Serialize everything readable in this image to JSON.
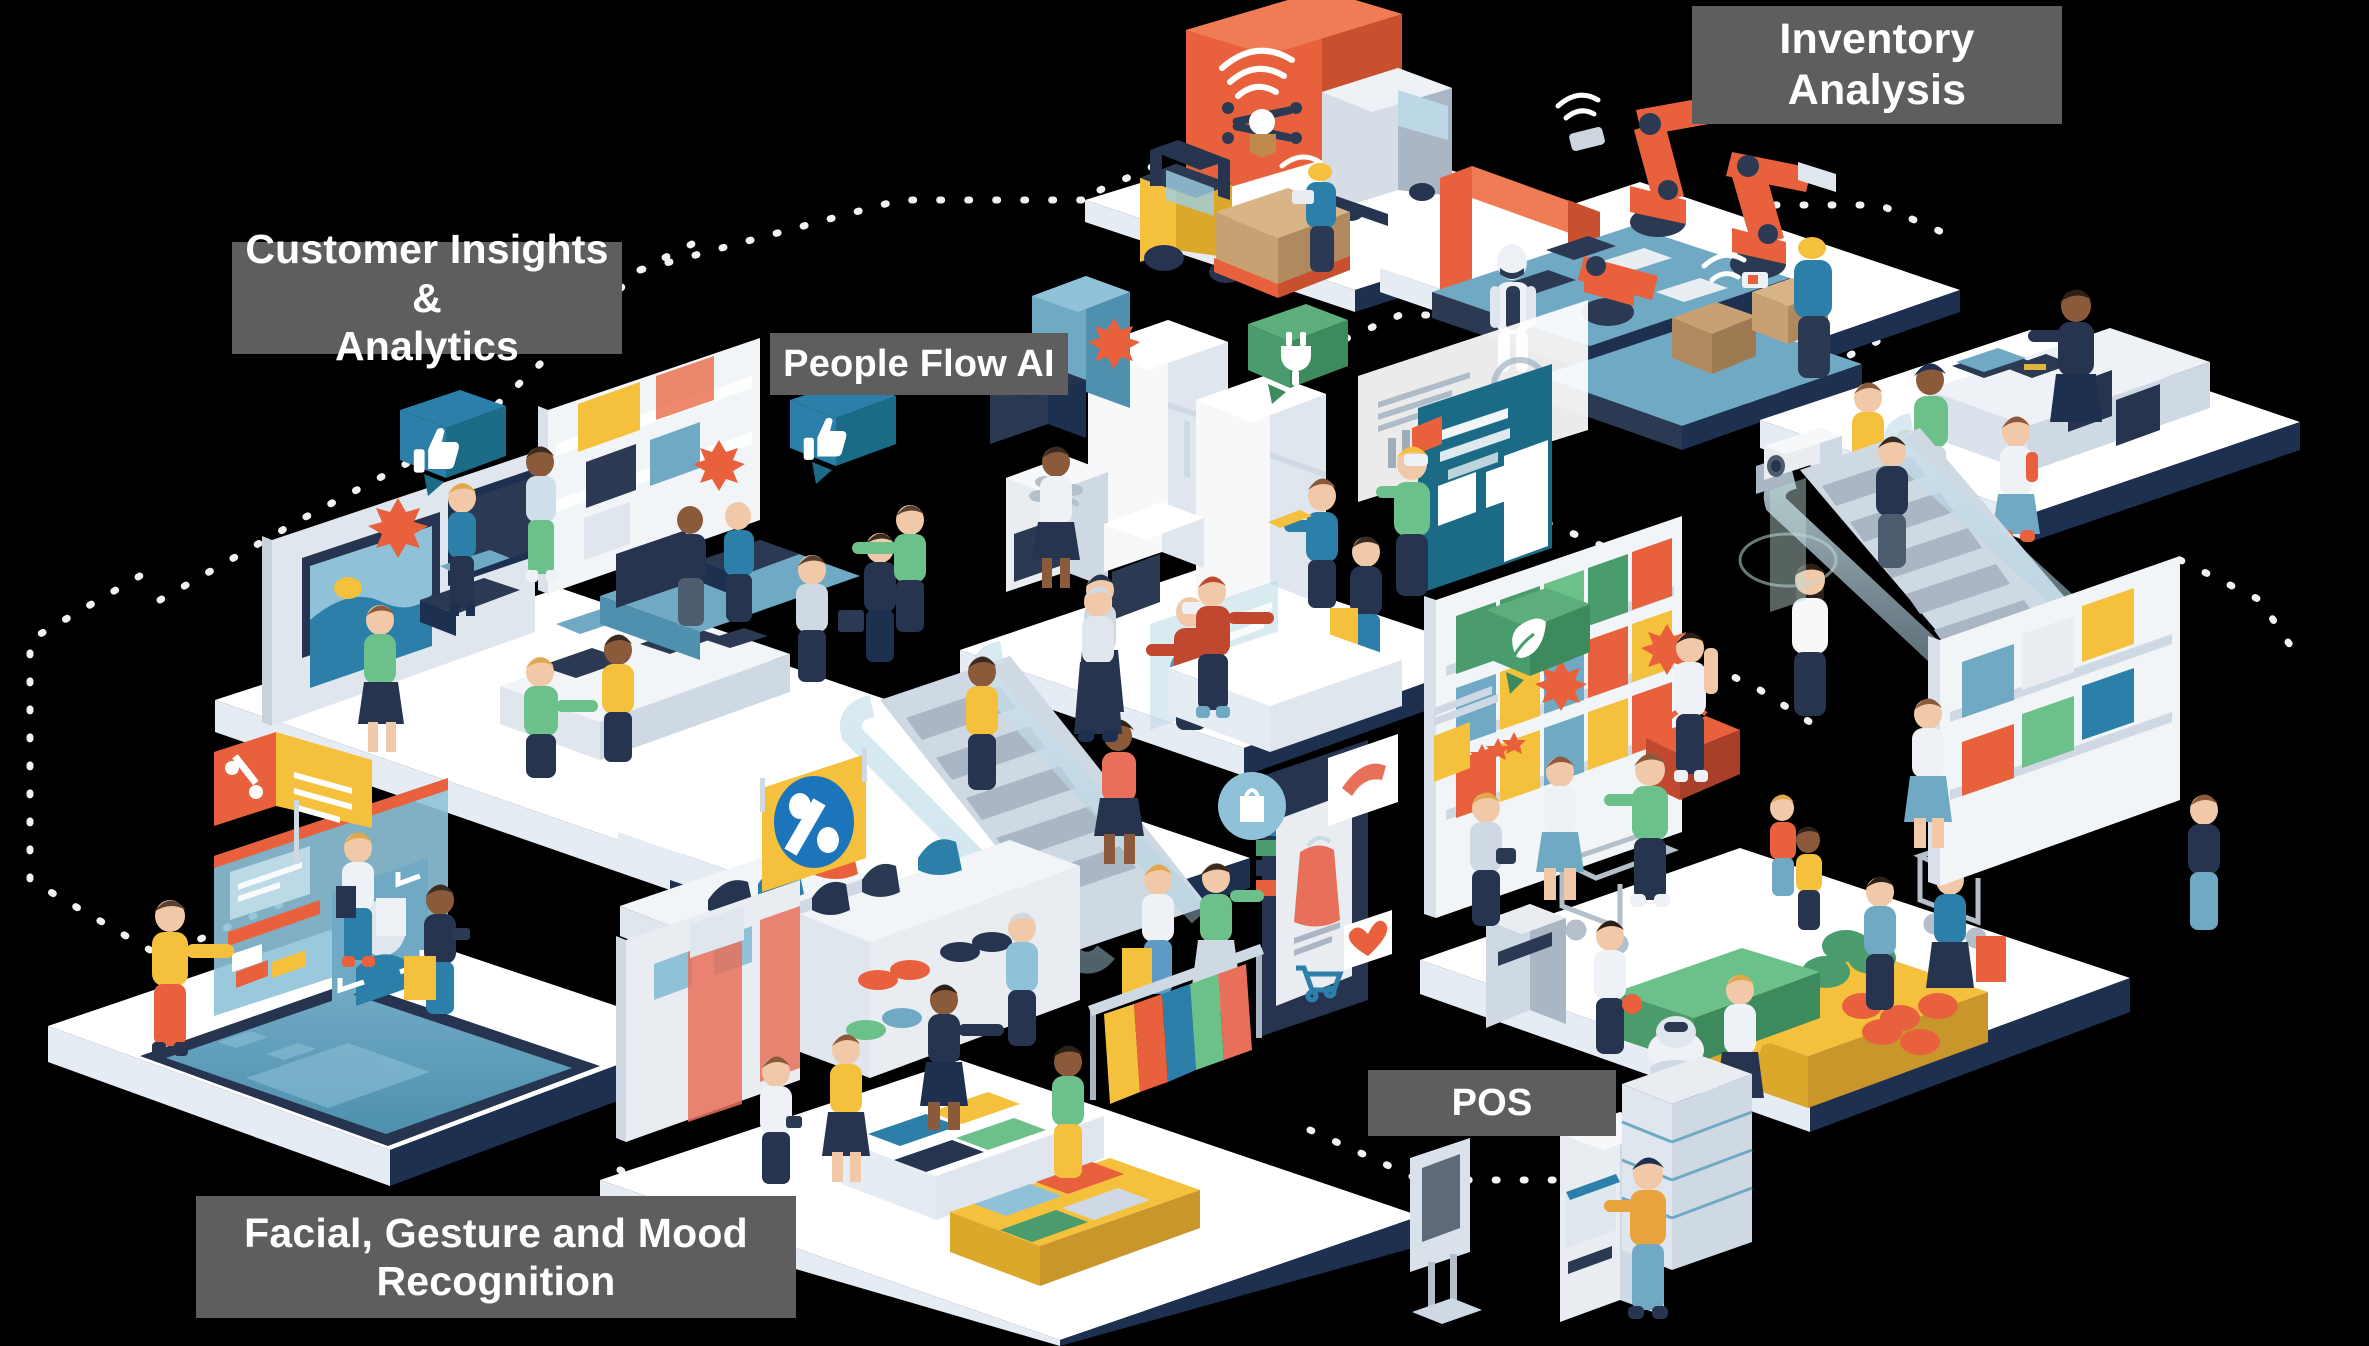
{
  "diagram": {
    "title": "Smart Retail AI Isometric Overview",
    "background_color": "#000000",
    "label_background": "#5e5e5e",
    "label_text_color": "#ffffff"
  },
  "labels": [
    {
      "id": "inventory",
      "text": "Inventory\nAnalysis",
      "line1": "Inventory",
      "line2": "Analysis"
    },
    {
      "id": "customer",
      "text": "Customer Insights & Analytics",
      "line1": "Customer Insights &",
      "line2": "Analytics"
    },
    {
      "id": "people_flow",
      "text": "People Flow AI",
      "line1": "People Flow AI",
      "line2": ""
    },
    {
      "id": "pos",
      "text": "POS",
      "line1": "POS",
      "line2": ""
    },
    {
      "id": "facial",
      "text": "Facial, Gesture and Mood Recognition",
      "line1": "Facial, Gesture and Mood",
      "line2": "Recognition"
    }
  ],
  "scene": {
    "platforms": [
      {
        "name": "logistics-dock-platform",
        "contents": "delivery truck, forklift, pallet, worker with tablet, delivery drone"
      },
      {
        "name": "warehouse-automation-platform",
        "contents": "conveyor belts, robotic arms, humanoid robot, packing worker"
      },
      {
        "name": "electronics-store-platform",
        "contents": "wall TVs, phone shelves, laptops, checkout counter, shoppers"
      },
      {
        "name": "facial-recognition-platform",
        "contents": "giant smartphone floor, face-scan screen, shoppers with bags"
      },
      {
        "name": "appliance-store-platform",
        "contents": "refrigerators, ovens, VR headset shoppers, holographic dashboards"
      },
      {
        "name": "atrium-escalator-platform",
        "contents": "dual escalators, mezzanine, shoppers"
      },
      {
        "name": "fashion-store-platform",
        "contents": "fitting rooms, clothing racks, bag and shoe shelves, folded apparel"
      },
      {
        "name": "supermarket-platform",
        "contents": "grocery shelves, produce bins, shopping carts, service robot"
      },
      {
        "name": "service-desk-platform",
        "contents": "counter with monitors, staff member, family of customers"
      },
      {
        "name": "pos-kiosk-platform",
        "contents": "digital signage kiosk, self-service parcel terminal"
      }
    ],
    "icons": [
      {
        "name": "thumbs-up-bubble-icon",
        "color": "#2b7fa8"
      },
      {
        "name": "chat-bubble-icon",
        "color": "#2b7fa8"
      },
      {
        "name": "eco-leaf-bubble-icon",
        "color": "#4a9c6d"
      },
      {
        "name": "power-plug-bubble-icon",
        "color": "#4a9c6d"
      },
      {
        "name": "wifi-signal-icon",
        "color": "#ffffff"
      },
      {
        "name": "percent-discount-icon",
        "color": "#1c74bb"
      },
      {
        "name": "shopping-bag-icon",
        "color": "#ffffff"
      },
      {
        "name": "heart-icon",
        "color": "#e8613c"
      },
      {
        "name": "shopping-cart-icon",
        "color": "#2b7fa8"
      },
      {
        "name": "security-camera-icon",
        "color": "#c9ccd1"
      },
      {
        "name": "face-scan-brackets-icon",
        "color": "#ffffff"
      },
      {
        "name": "globe-icon",
        "color": "#8fc2d8"
      }
    ],
    "palette": {
      "platform_top": "#ffffff",
      "platform_shadow": "#dfe6ee",
      "platform_edge": "#1e3050",
      "accent_orange": "#e8613c",
      "accent_blue": "#2b7fa8",
      "accent_teal": "#1b6b86",
      "accent_yellow": "#f5c13c",
      "accent_green": "#4a9c6d",
      "navy": "#26344f",
      "dotted_connector": "#ffffff"
    }
  }
}
